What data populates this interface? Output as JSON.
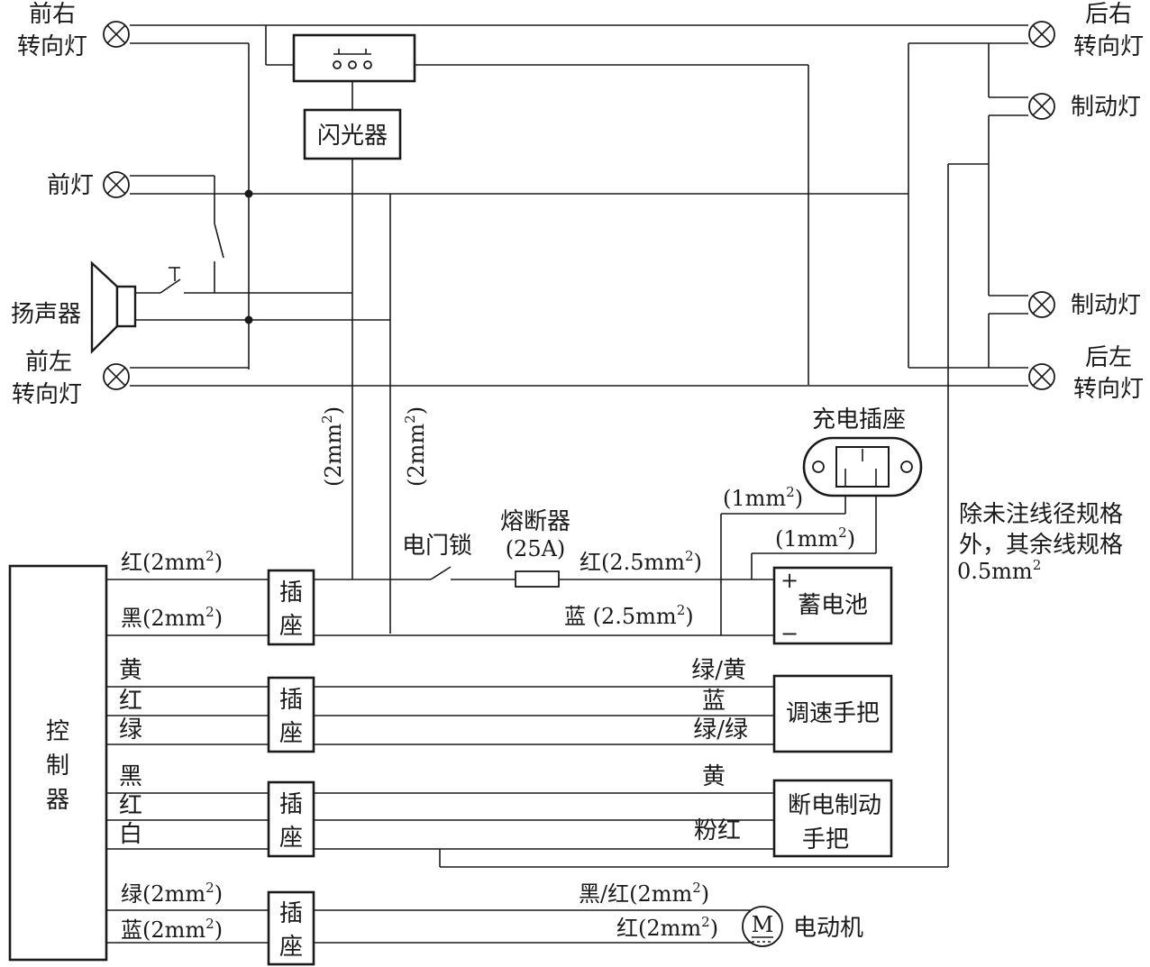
{
  "lamps": {
    "front_right": [
      "前右",
      "转向灯"
    ],
    "front_light": "前灯",
    "front_left": [
      "前左",
      "转向灯"
    ],
    "rear_right": [
      "后右",
      "转向灯"
    ],
    "brake_upper": "制动灯",
    "brake_lower": "制动灯",
    "rear_left": [
      "后左",
      "转向灯"
    ]
  },
  "speaker": "扬声器",
  "flasher": "闪光器",
  "gauge_left": "(2mm",
  "gauge_right": "(2mm",
  "charge_socket": "充电插座",
  "gauge_1mm_a": "(1mm",
  "gauge_1mm_b": "(1mm",
  "note": [
    "除未注线径规格",
    "外，其余线规格",
    "0.5mm"
  ],
  "controller": [
    "控",
    "制",
    "器"
  ],
  "socket": [
    "插",
    "座"
  ],
  "ignition_lock": "电门锁",
  "fuse": [
    "熔断器",
    "(25A)"
  ],
  "battery": "蓄电池",
  "battery_plus": "+",
  "battery_minus": "−",
  "wires_battery": {
    "left_red": "红(2mm",
    "left_black": "黑(2mm",
    "right_red": "红(2.5mm",
    "right_blue": "蓝 (2.5mm"
  },
  "throttle": {
    "label": "调速手把",
    "left": [
      "黄",
      "红",
      "绿"
    ],
    "right": [
      "绿/黄",
      "蓝",
      "绿/绿"
    ]
  },
  "brake_handle": {
    "label": [
      "断电制动",
      "手把"
    ],
    "left": [
      "黑",
      "红",
      "白"
    ],
    "right": [
      "黄",
      "粉红"
    ]
  },
  "motor": {
    "label": "电动机",
    "symbol": "M",
    "left": [
      "绿(2mm",
      "蓝(2mm"
    ],
    "right": [
      "黑/红(2mm",
      "红(2mm"
    ]
  },
  "sup": "2"
}
